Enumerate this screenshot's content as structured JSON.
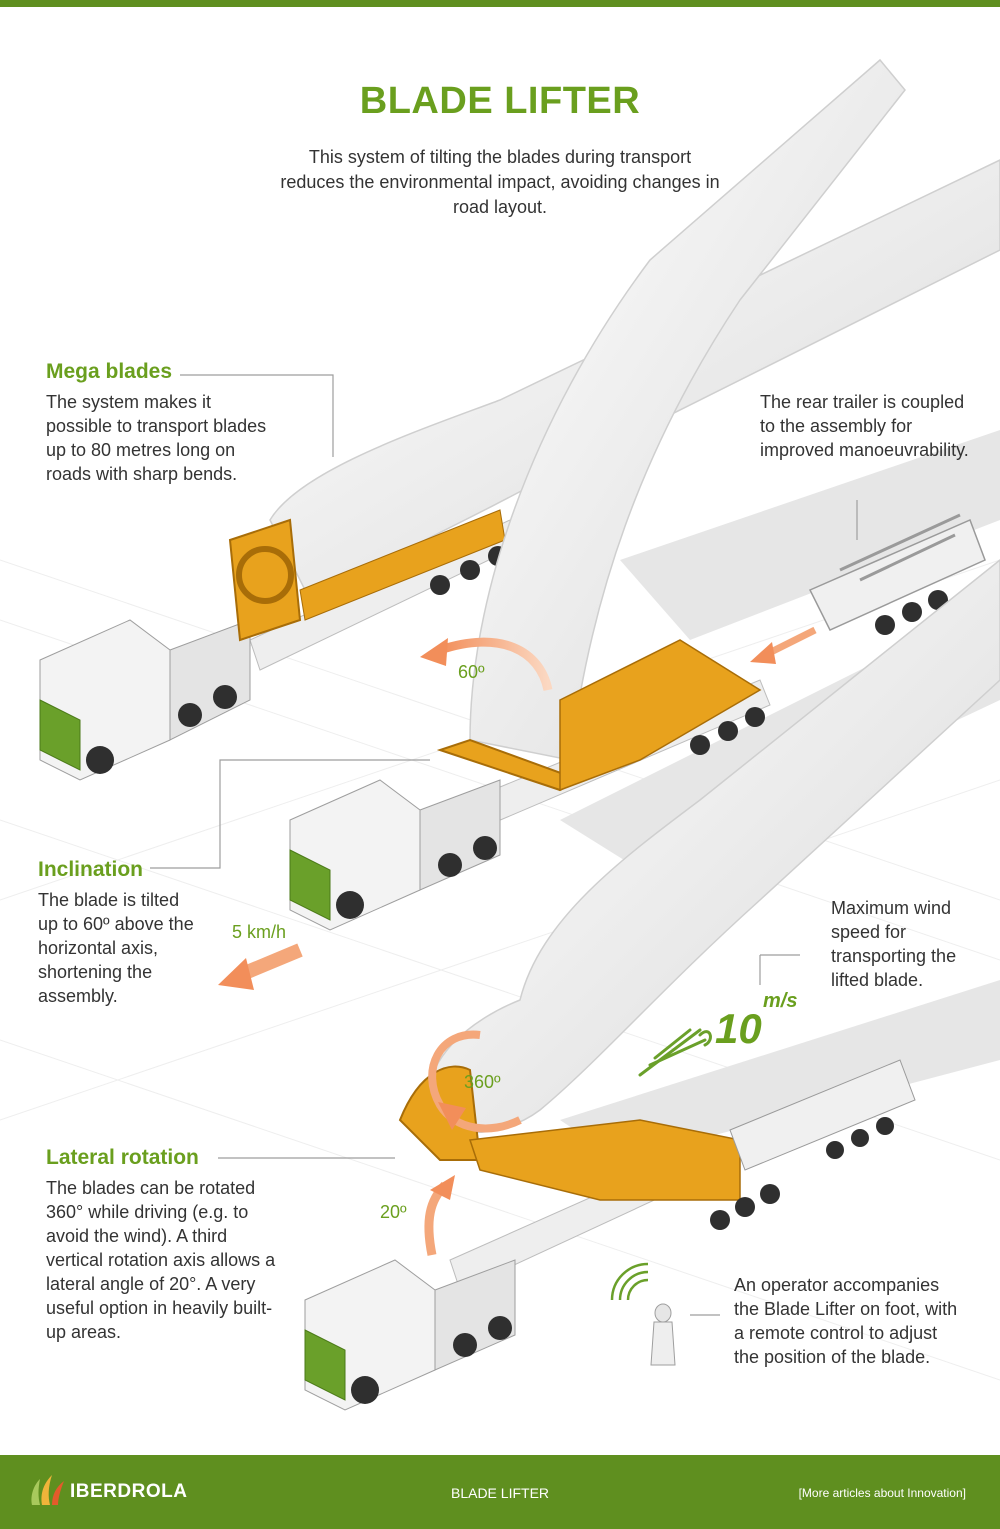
{
  "header": {
    "title": "BLADE LIFTER",
    "intro": "This system of tilting the blades during transport reduces the environmental impact, avoiding changes in road layout."
  },
  "sections": {
    "mega_blades": {
      "title": "Mega blades",
      "text": "The system makes it possible to transport blades up to 80 metres long on roads with sharp bends."
    },
    "rear_trailer": {
      "text": "The rear trailer is coupled to the assembly for improved manoeuvrability."
    },
    "inclination": {
      "title": "Inclination",
      "text": "The blade is tilted up to 60º above the horizontal axis, shortening the assembly."
    },
    "wind": {
      "text": "Maximum wind speed for transporting the lifted blade."
    },
    "lateral_rotation": {
      "title": "Lateral rotation",
      "text": "The blades can be rotated 360° while driving (e.g. to avoid the wind). A third vertical rotation axis allows a lateral angle of 20°. A very useful option in heavily built-up areas."
    },
    "operator": {
      "text": "An operator accompanies the Blade Lifter on foot, with a remote control to adjust the position of the blade."
    }
  },
  "labels": {
    "angle_60": "60º",
    "speed": "5 km/h",
    "wind_value": "10",
    "wind_unit": "m/s",
    "angle_360": "360º",
    "angle_20": "20º"
  },
  "footer": {
    "brand": "IBERDROLA",
    "center": "BLADE LIFTER",
    "link": "[More articles about Innovation]"
  },
  "colors": {
    "green": "#6a9f1e",
    "footer_green": "#5f8f1f",
    "trailer_orange": "#e8a21d",
    "arrow_salmon": "#f4a77a"
  }
}
